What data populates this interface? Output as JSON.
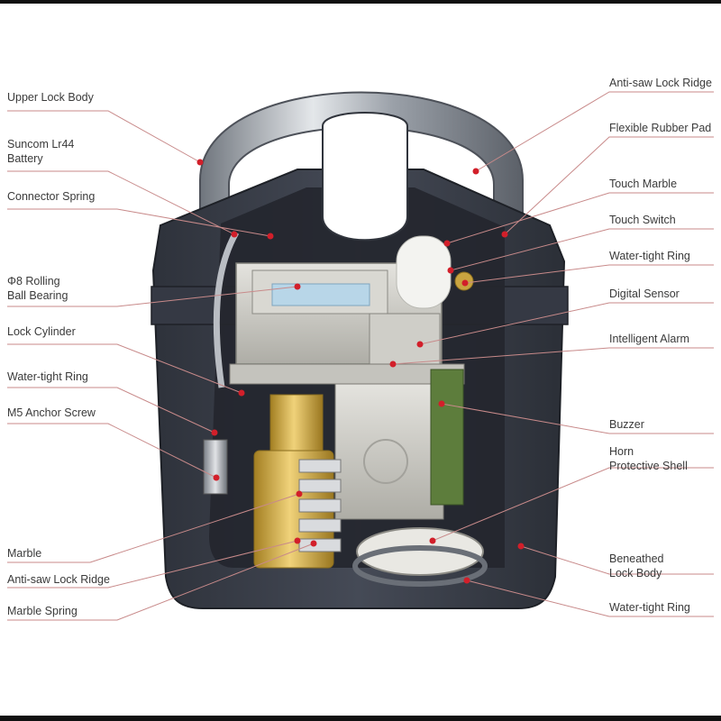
{
  "colors": {
    "background": "#ffffff",
    "border": "#111111",
    "body_dark": "#3b3f4a",
    "shackle": "#9aa0a8",
    "mechanism": "#c9c8c2",
    "brass": "#c9a440",
    "circuit": "#5d7d3c",
    "leader": "#c88a8a",
    "dot": "#d21f2a",
    "text": "#3a3a3a"
  },
  "labels_left": [
    {
      "id": "upper-lock-body",
      "text": "Upper Lock Body"
    },
    {
      "id": "suncom-lr44-battery",
      "text": "Suncom Lr44\nBattery"
    },
    {
      "id": "connector-spring",
      "text": "Connector Spring"
    },
    {
      "id": "rolling-ball-bearing",
      "text": "Φ8 Rolling\nBall Bearing"
    },
    {
      "id": "lock-cylinder",
      "text": "Lock Cylinder"
    },
    {
      "id": "water-tight-ring-left",
      "text": "Water-tight Ring"
    },
    {
      "id": "m5-anchor-screw",
      "text": "M5 Anchor Screw"
    },
    {
      "id": "marble-left",
      "text": "Marble"
    },
    {
      "id": "anti-saw-lock-ridge-left",
      "text": "Anti-saw Lock Ridge"
    },
    {
      "id": "marble-spring",
      "text": "Marble Spring"
    }
  ],
  "labels_right": [
    {
      "id": "anti-saw-lock-ridge-right",
      "text": "Anti-saw Lock Ridge"
    },
    {
      "id": "flexible-rubber-pad",
      "text": "Flexible Rubber Pad"
    },
    {
      "id": "touch-marble",
      "text": "Touch Marble"
    },
    {
      "id": "touch-switch",
      "text": "Touch Switch"
    },
    {
      "id": "water-tight-ring-right-top",
      "text": "Water-tight Ring"
    },
    {
      "id": "digital-sensor",
      "text": "Digital Sensor"
    },
    {
      "id": "intelligent-alarm",
      "text": "Intelligent Alarm"
    },
    {
      "id": "buzzer",
      "text": "Buzzer"
    },
    {
      "id": "horn-protective-shell",
      "text": "Horn\nProtective Shell"
    },
    {
      "id": "beneathed-lock-body",
      "text": "Beneathed\nLock Body"
    },
    {
      "id": "water-tight-ring-right-bottom",
      "text": "Water-tight Ring"
    }
  ]
}
